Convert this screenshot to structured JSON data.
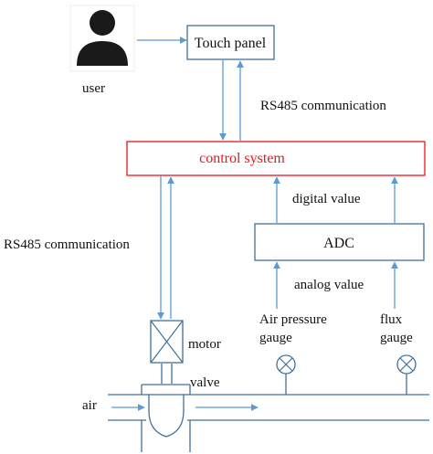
{
  "nodes": {
    "user": "user",
    "touch_panel": "Touch panel",
    "control_system": "control system",
    "adc": "ADC",
    "motor": "motor",
    "valve": "valve",
    "air_pressure_gauge_line1": "Air pressure",
    "air_pressure_gauge_line2": "gauge",
    "flux_gauge_line1": "flux",
    "flux_gauge_line2": "gauge",
    "air": "air"
  },
  "edges": {
    "rs485_top": "RS485 communication",
    "rs485_left": "RS485 communication",
    "digital_value": "digital value",
    "analog_value": "analog value"
  },
  "colors": {
    "line_blue": "#5b9bd5",
    "box_border": "#41719c",
    "control_border": "#e8161d",
    "control_text": "#e8161d",
    "user_icon": "#1a1a1a"
  }
}
